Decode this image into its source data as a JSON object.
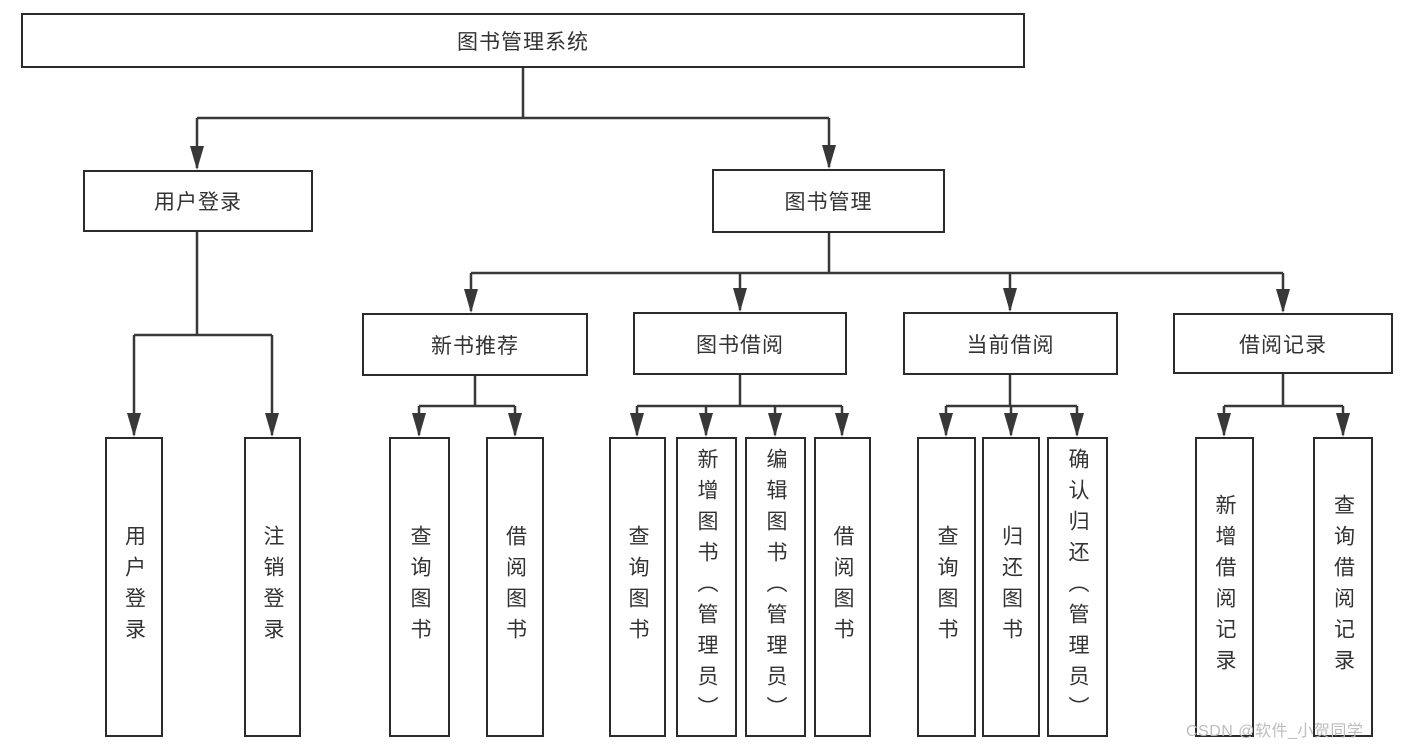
{
  "tree": {
    "root": {
      "label": "图书管理系统"
    },
    "children": [
      {
        "label": "用户登录",
        "children": [
          {
            "label": "用户登录"
          },
          {
            "label": "注销登录"
          }
        ]
      },
      {
        "label": "图书管理",
        "children": [
          {
            "label": "新书推荐",
            "children": [
              {
                "label": "查询图书"
              },
              {
                "label": "借阅图书"
              }
            ]
          },
          {
            "label": "图书借阅",
            "children": [
              {
                "label": "查询图书"
              },
              {
                "label": "新增图书（管理员）"
              },
              {
                "label": "编辑图书（管理员）"
              },
              {
                "label": "借阅图书"
              }
            ]
          },
          {
            "label": "当前借阅",
            "children": [
              {
                "label": "查询图书"
              },
              {
                "label": "归还图书"
              },
              {
                "label": "确认归还（管理员）"
              }
            ]
          },
          {
            "label": "借阅记录",
            "children": [
              {
                "label": "新增借阅记录"
              },
              {
                "label": "查询借阅记录"
              }
            ]
          }
        ]
      }
    ]
  },
  "watermark": "CSDN @软件_小贺同学",
  "colors": {
    "line": "#383838",
    "box_border": "#2b2b2b",
    "text": "#333333",
    "watermark": "#b9b9b9",
    "background": "#ffffff"
  }
}
